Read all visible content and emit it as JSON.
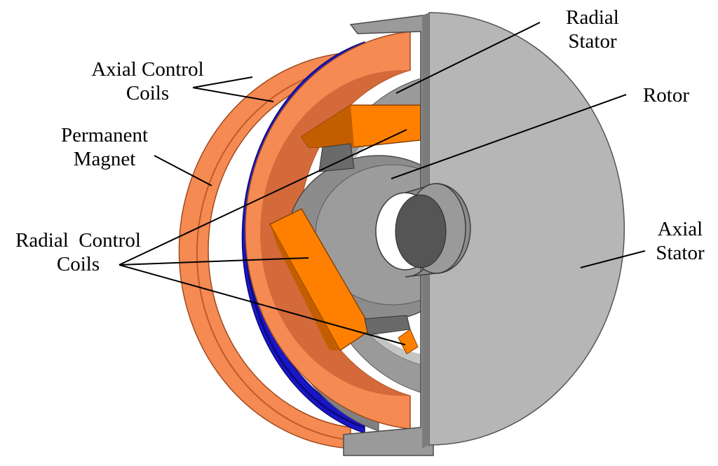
{
  "labels": {
    "axial_control_coils": {
      "line1": "Axial Control",
      "line2": "Coils"
    },
    "permanent_magnet": {
      "line1": "Permanent",
      "line2": "Magnet"
    },
    "radial_control_coils": {
      "line1": "Radial  Control",
      "line2": "Coils"
    },
    "radial_stator": {
      "line1": "Radial",
      "line2": "Stator"
    },
    "rotor": {
      "line1": "Rotor"
    },
    "axial_stator": {
      "line1": "Axial",
      "line2": "Stator"
    }
  },
  "colors": {
    "coil_orange": "#f58a52",
    "coil_orange_dark": "#d4693a",
    "radial_coil": "#ff8000",
    "radial_coil_dark": "#c25e00",
    "magnet_blue": "#1a16c8",
    "magnet_blue_dark": "#0c0a80",
    "stator_gray": "#b6b6b6",
    "stator_gray_dark": "#7c7c7c",
    "rotor_gray": "#8c8c8c",
    "rotor_gray_dark": "#5a5a5a"
  }
}
